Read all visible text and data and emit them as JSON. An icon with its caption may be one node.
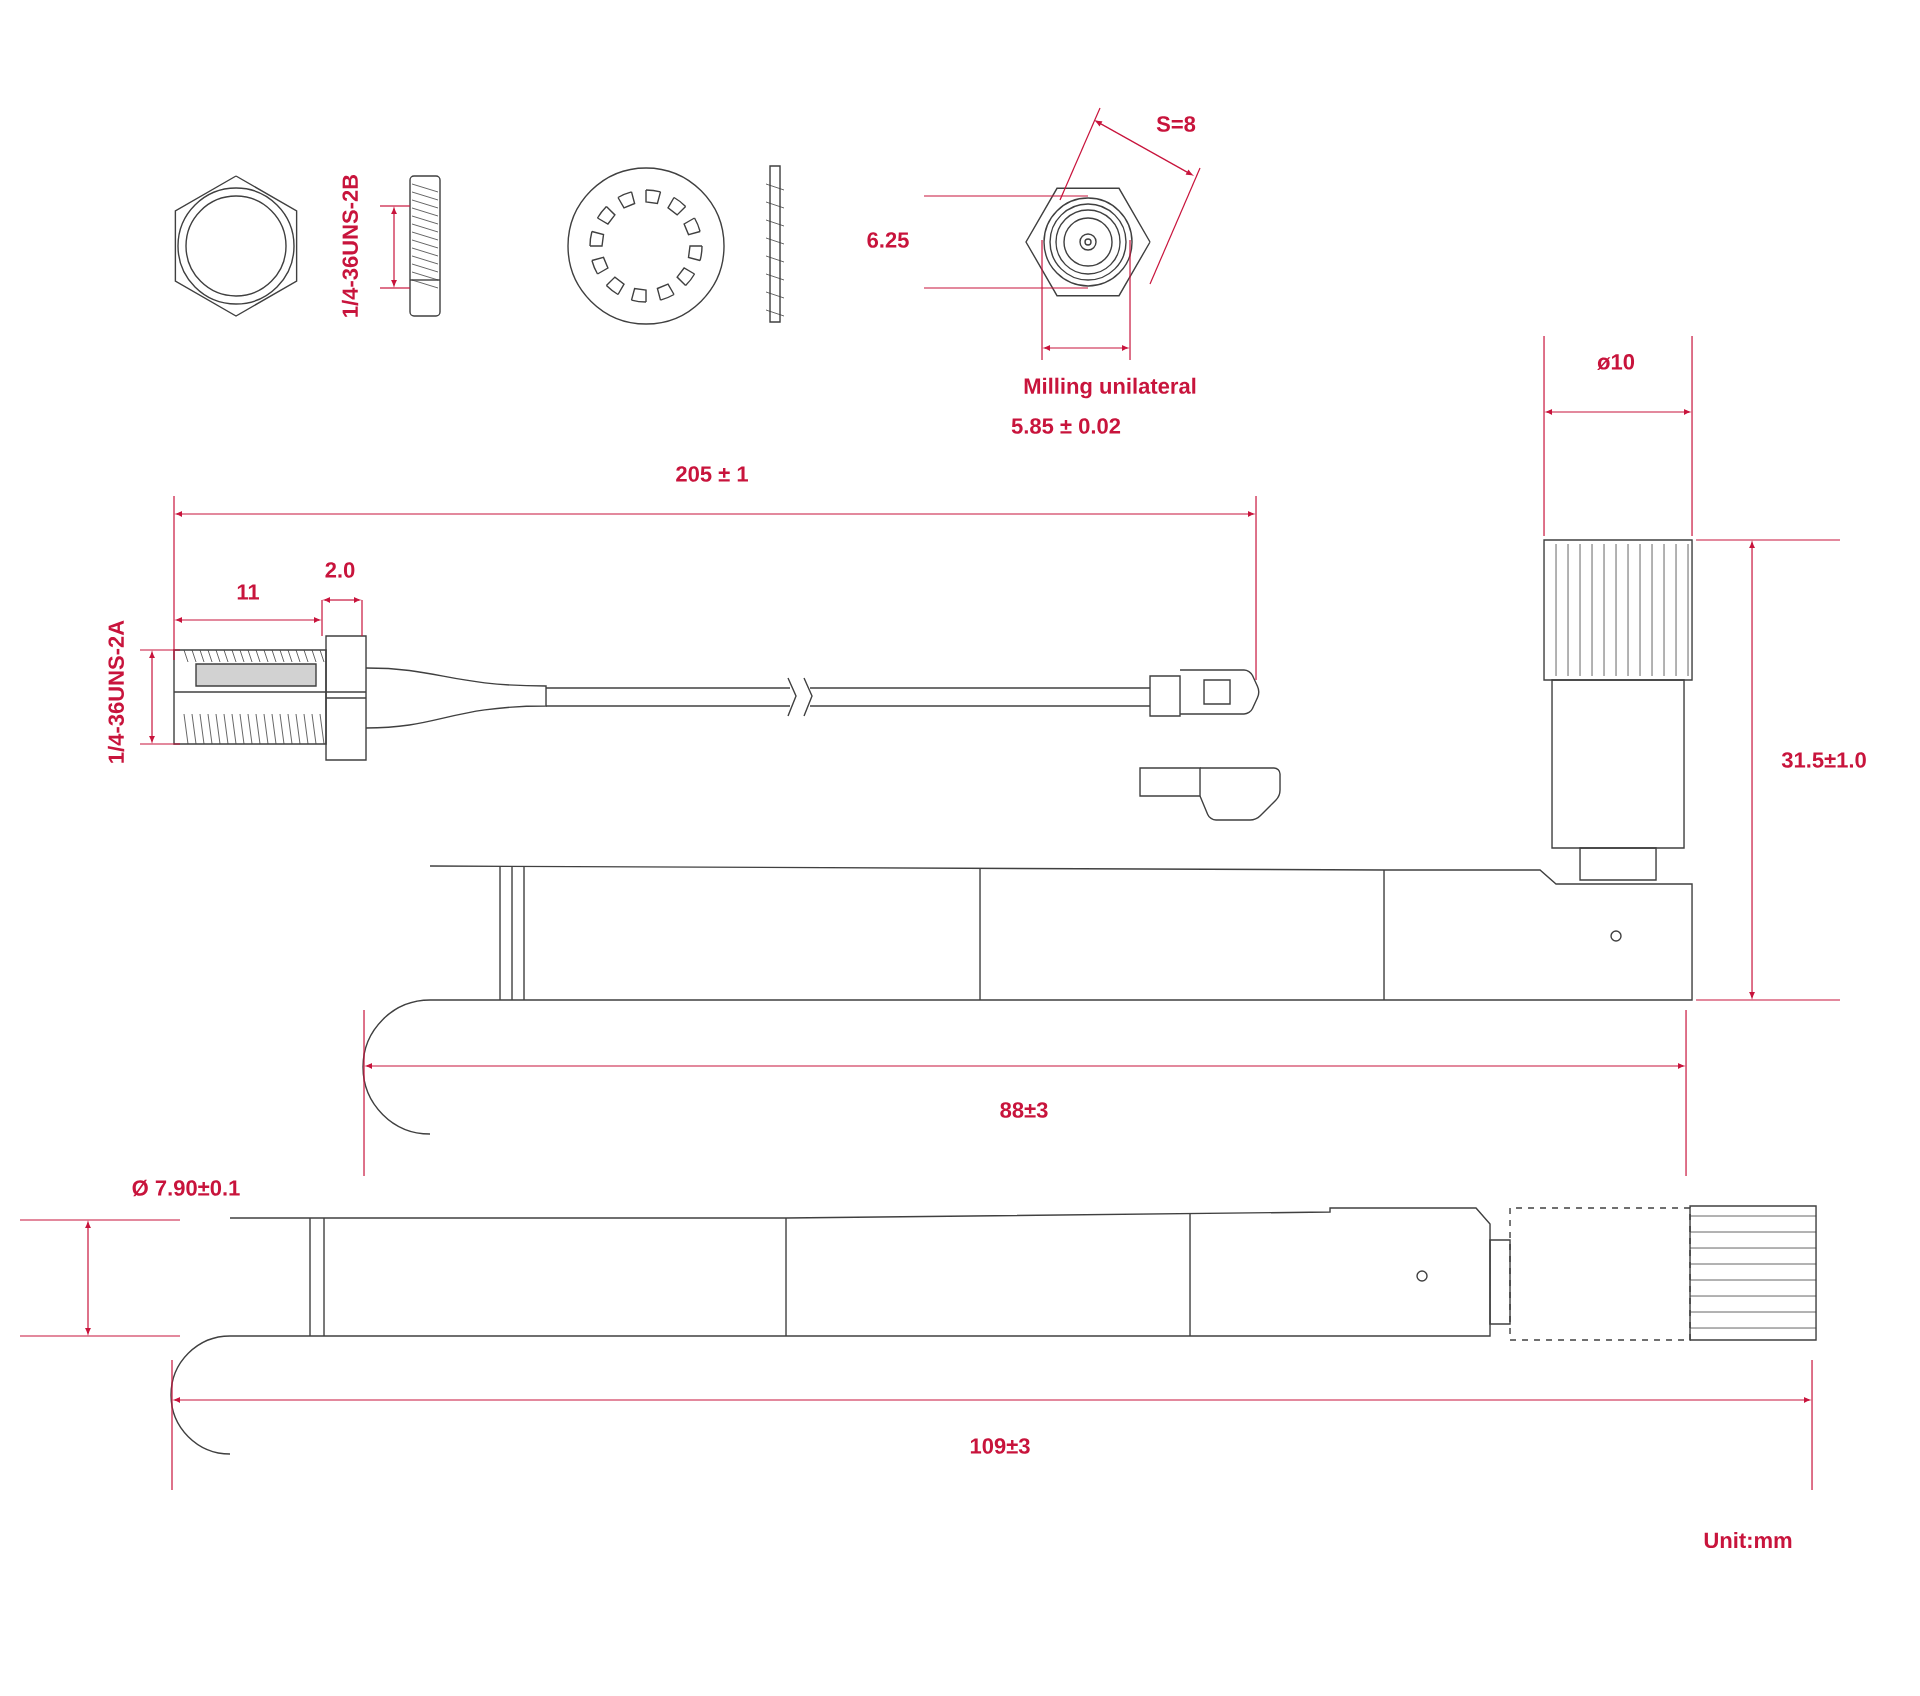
{
  "diagram": {
    "labels": [
      "S=8",
      "1/4-36UNS-2B",
      "6.25",
      "ø10",
      "Milling unilateral",
      "5.85 ± 0.02",
      "205 ± 1",
      "2.0",
      "11",
      "1/4-36UNS-2A",
      "31.5±1.0",
      "88±3",
      "Ø 7.90±0.1",
      "109±3",
      "Unit:mm"
    ]
  }
}
